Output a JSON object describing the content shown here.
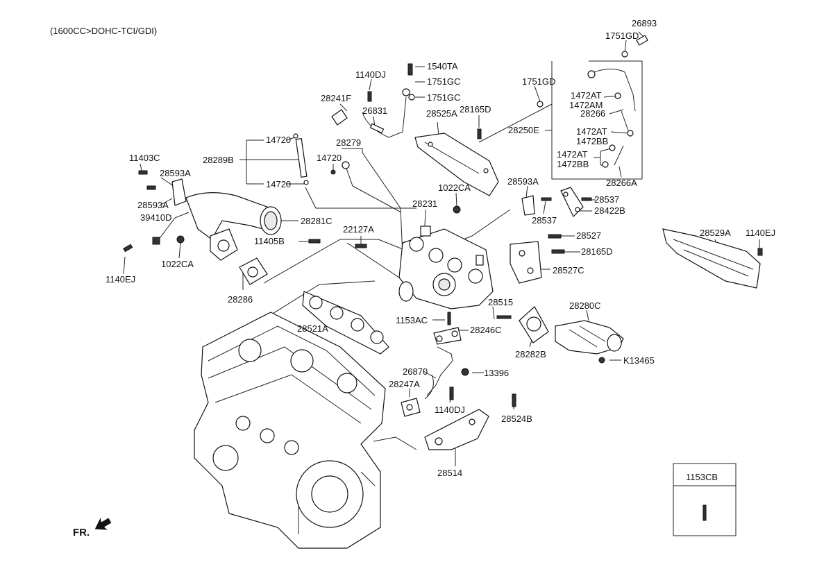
{
  "header": {
    "spec": "(1600CC>DOHC-TCI/GDI)"
  },
  "direction": {
    "label": "FR."
  },
  "legend_box": {
    "part_no": "1153CB"
  },
  "labels": {
    "p26893": "26893",
    "p1751GD_a": "1751GD",
    "p1751GD_b": "1751GD",
    "p1472AT_a": "1472AT",
    "p1472AM": "1472AM",
    "p28266": "28266",
    "p28250E": "28250E",
    "p1472AT_b": "1472AT",
    "p1472BB_a": "1472BB",
    "p1472AT_c": "1472AT",
    "p1472BB_b": "1472BB",
    "p28266A": "28266A",
    "p1540TA": "1540TA",
    "p1751GC_a": "1751GC",
    "p1751GC_b": "1751GC",
    "p1140DJ_a": "1140DJ",
    "p28241F": "28241F",
    "p26831": "26831",
    "p28525A": "28525A",
    "p28165D_a": "28165D",
    "p14720_a": "14720",
    "p28289B": "28289B",
    "p14720_b": "14720",
    "p14720_c": "14720",
    "p28279": "28279",
    "p11403C": "11403C",
    "p28593A_a": "28593A",
    "p28593A_b": "28593A",
    "p39410D": "39410D",
    "p1140EJ_a": "1140EJ",
    "p1022CA_a": "1022CA",
    "p28281C": "28281C",
    "p1022CA_b": "1022CA",
    "p28231": "28231",
    "p22127A": "22127A",
    "p11405B": "11405B",
    "p28286": "28286",
    "p28593A_c": "28593A",
    "p28537_a": "28537",
    "p28537_b": "28537",
    "p28422B": "28422B",
    "p28527": "28527",
    "p28165D_b": "28165D",
    "p28527C": "28527C",
    "p28529A": "28529A",
    "p1140EJ_b": "1140EJ",
    "p28521A": "28521A",
    "p28515": "28515",
    "p1153AC": "1153AC",
    "p28246C": "28246C",
    "p28280C": "28280C",
    "p28282B": "28282B",
    "pK13465": "K13465",
    "p26870": "26870",
    "p13396": "13396",
    "p28247A": "28247A",
    "p1140DJ_b": "1140DJ",
    "p28524B": "28524B",
    "p28514": "28514"
  }
}
